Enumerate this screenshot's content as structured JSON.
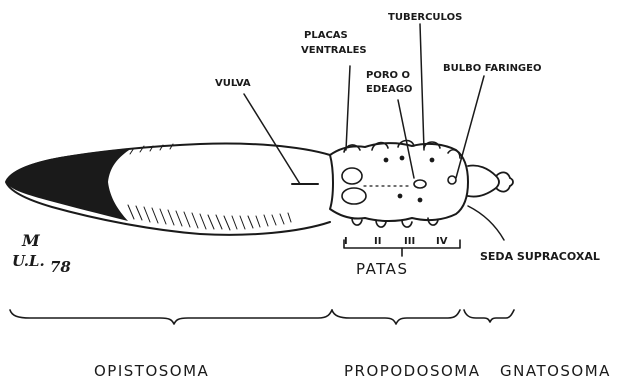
{
  "labels": {
    "vulva": "VULVA",
    "placas_line1": "PLACAS",
    "placas_line2": "VENTRALES",
    "tuberculos": "TUBERCULOS",
    "poro_line1": "PORO O",
    "poro_line2": "EDEAGO",
    "bulbo": "BULBO FARINGEO",
    "seda": "SEDA SUPRACOXAL",
    "patas": "PATAS",
    "legs": [
      "I",
      "II",
      "III",
      "IV"
    ]
  },
  "signature": {
    "initial_top": "M",
    "initial_bottom": "U.L.",
    "year": "78"
  },
  "regions": {
    "opistosoma": "OPISTOSOMA",
    "propodosoma": "PROPODOSOMA",
    "gnatosoma": "GNATOSOMA"
  },
  "colors": {
    "ink": "#1a1a1a",
    "background": "#ffffff"
  }
}
